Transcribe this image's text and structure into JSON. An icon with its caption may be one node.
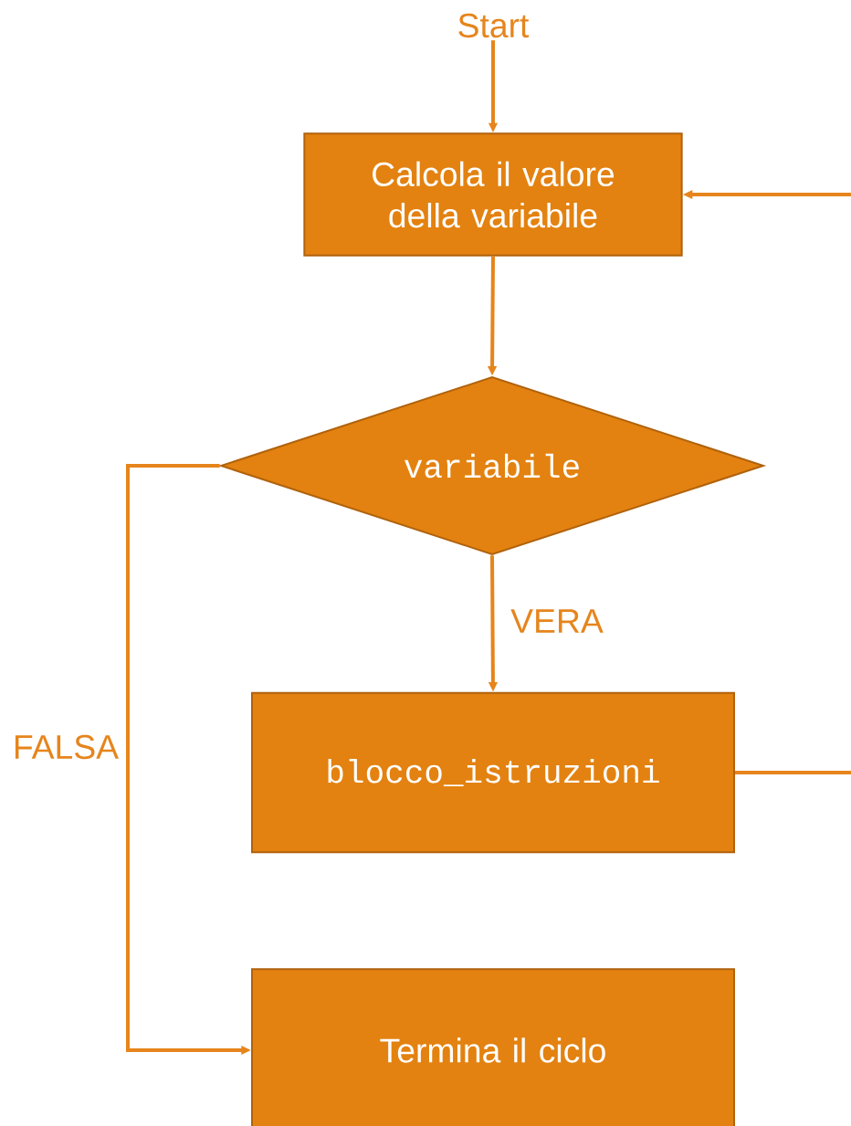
{
  "diagram": {
    "nodes": [
      {
        "text": [
          "Start"
        ]
      },
      {
        "text": [
          "Calcola il valore della variabile"
        ]
      },
      {
        "text": [
          "variabile"
        ]
      },
      {
        "text": [
          "blocco_istruzioni"
        ]
      },
      {
        "text": [
          "Termina il ciclo"
        ]
      }
    ],
    "edges": [
      {
        "from": 0,
        "to": 1,
        "arrow": "to"
      },
      {
        "from": 1,
        "to": 2,
        "arrow": "to"
      },
      {
        "from": 2,
        "to": 3,
        "arrow": "to",
        "label": "VERA"
      },
      {
        "from": 2,
        "to": 4,
        "arrow": "to",
        "label": "FALSA"
      },
      {
        "from": 3,
        "to": 1,
        "arrow": "to"
      }
    ]
  }
}
